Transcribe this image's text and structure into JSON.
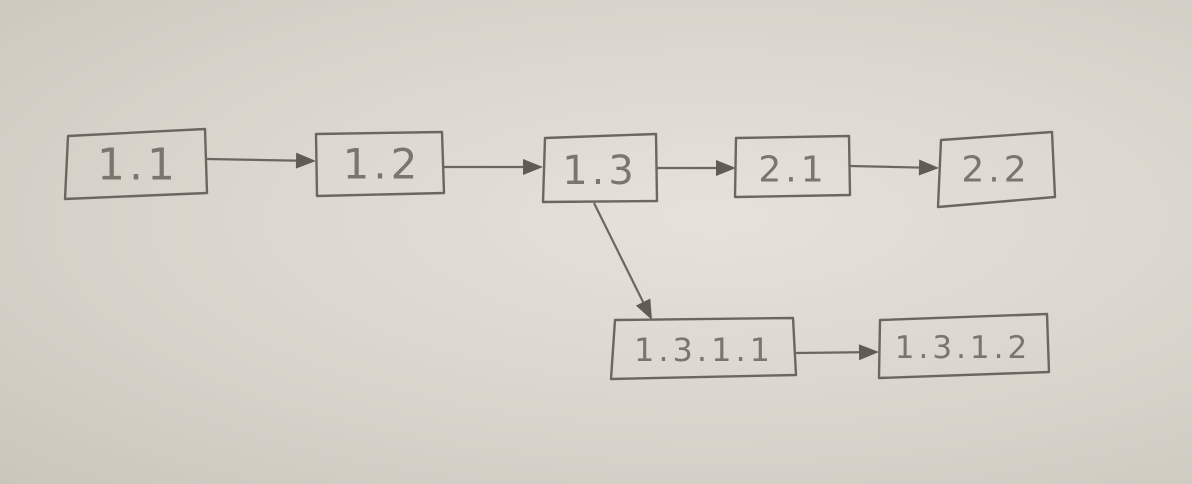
{
  "diagram": {
    "nodes": [
      {
        "id": "n11",
        "label": "1.1"
      },
      {
        "id": "n12",
        "label": "1.2"
      },
      {
        "id": "n13",
        "label": "1.3"
      },
      {
        "id": "n21",
        "label": "2.1"
      },
      {
        "id": "n22",
        "label": "2.2"
      },
      {
        "id": "n1311",
        "label": "1.3.1.1"
      },
      {
        "id": "n1312",
        "label": "1.3.1.2"
      }
    ],
    "edges": [
      {
        "from": "n11",
        "to": "n12"
      },
      {
        "from": "n12",
        "to": "n13"
      },
      {
        "from": "n13",
        "to": "n21"
      },
      {
        "from": "n21",
        "to": "n22"
      },
      {
        "from": "n13",
        "to": "n1311"
      },
      {
        "from": "n1311",
        "to": "n1312"
      }
    ],
    "colors": {
      "paper": "#dcd8cf",
      "pencil": "#6a6760",
      "text": "#7a766f"
    }
  }
}
